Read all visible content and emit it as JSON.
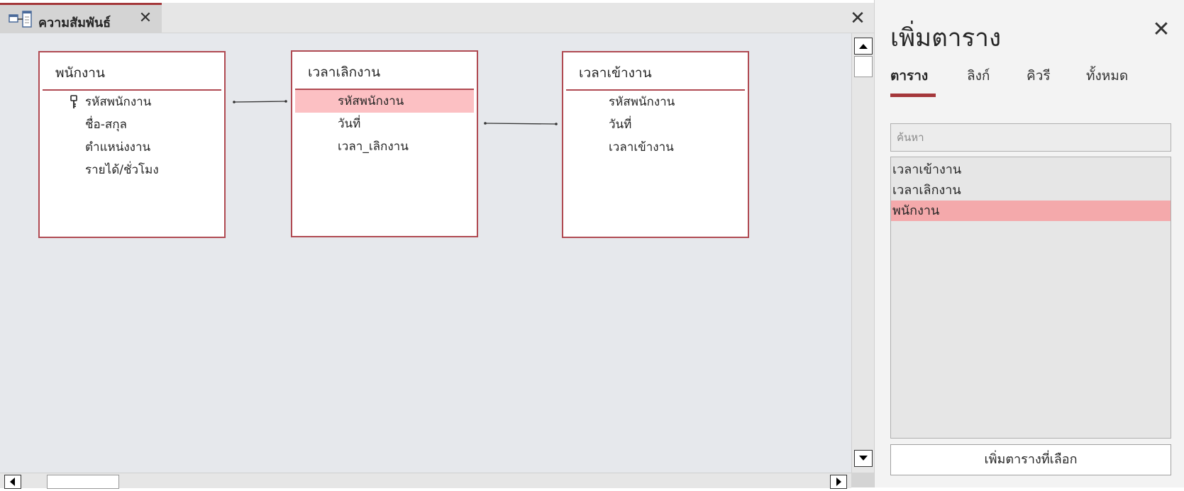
{
  "document": {
    "tab_label": "ความสัมพันธ์",
    "close_symbol": "✕"
  },
  "tables": [
    {
      "title": "พนักงาน",
      "fields": [
        {
          "name": "รหัสพนักงาน",
          "primary_key": true
        },
        {
          "name": "ชื่อ-สกุล"
        },
        {
          "name": "ตำแหน่งงาน"
        },
        {
          "name": "รายได้/ชั่วโมง"
        }
      ]
    },
    {
      "title": "เวลาเลิกงาน",
      "fields": [
        {
          "name": "รหัสพนักงาน",
          "selected": true
        },
        {
          "name": "วันที่"
        },
        {
          "name": "เวลา_เลิกงาน"
        }
      ]
    },
    {
      "title": "เวลาเข้างาน",
      "fields": [
        {
          "name": "รหัสพนักงาน"
        },
        {
          "name": "วันที่"
        },
        {
          "name": "เวลาเข้างาน"
        }
      ]
    }
  ],
  "pane": {
    "title": "เพิ่มตาราง",
    "close_symbol": "✕",
    "tabs": [
      {
        "label": "ตาราง",
        "active": true
      },
      {
        "label": "ลิงก์"
      },
      {
        "label": "คิวรี"
      },
      {
        "label": "ทั้งหมด"
      }
    ],
    "search_placeholder": "ค้นหา",
    "list_items": [
      {
        "label": "เวลาเข้างาน"
      },
      {
        "label": "เวลาเลิกงาน"
      },
      {
        "label": "พนักงาน",
        "selected": true
      }
    ],
    "add_button_label": "เพิ่มตารางที่เลือก"
  },
  "colors": {
    "accent": "#a4373a",
    "table_border": "#b04a52",
    "field_highlight": "#fcc0c3",
    "list_highlight": "#f4a9ab",
    "canvas_bg": "#e6e8ec"
  },
  "icons": {
    "document_tab": "relationships-icon",
    "primary_key": "key-icon"
  }
}
